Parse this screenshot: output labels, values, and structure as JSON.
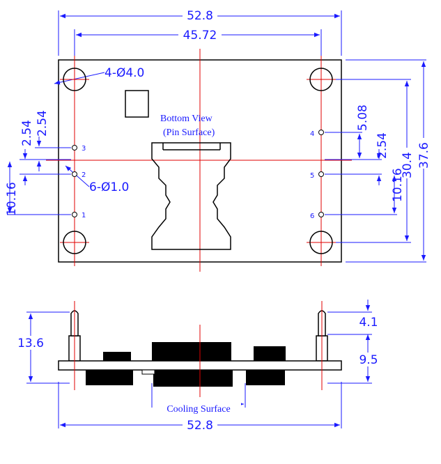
{
  "colors": {
    "dimension": "#1a1aff",
    "centerline": "#e00000",
    "outline": "#000000"
  },
  "dimensions": {
    "width_top": "52.8",
    "hole_spacing_top": "45.72",
    "mount_holes": "4-Ø4.0",
    "pin_holes": "6-Ø1.0",
    "left_pitch_a": "2.54",
    "left_pitch_b": "2.54",
    "left_offset": "10.16",
    "right_pitch_a": "5.08",
    "right_pitch_b": "2.54",
    "right_offset": "10.16",
    "hole_spacing_side": "30.4",
    "height_total": "37.6",
    "side_height": "13.6",
    "pin_top": "4.1",
    "pin_body": "9.5",
    "width_bottom": "52.8"
  },
  "labels": {
    "bottom_view_1": "Bottom View",
    "bottom_view_2": "(Pin Surface)",
    "cooling_surface": "Cooling Surface"
  },
  "pins": {
    "p1": "1",
    "p2": "2",
    "p3": "3",
    "p4": "4",
    "p5": "5",
    "p6": "6"
  }
}
